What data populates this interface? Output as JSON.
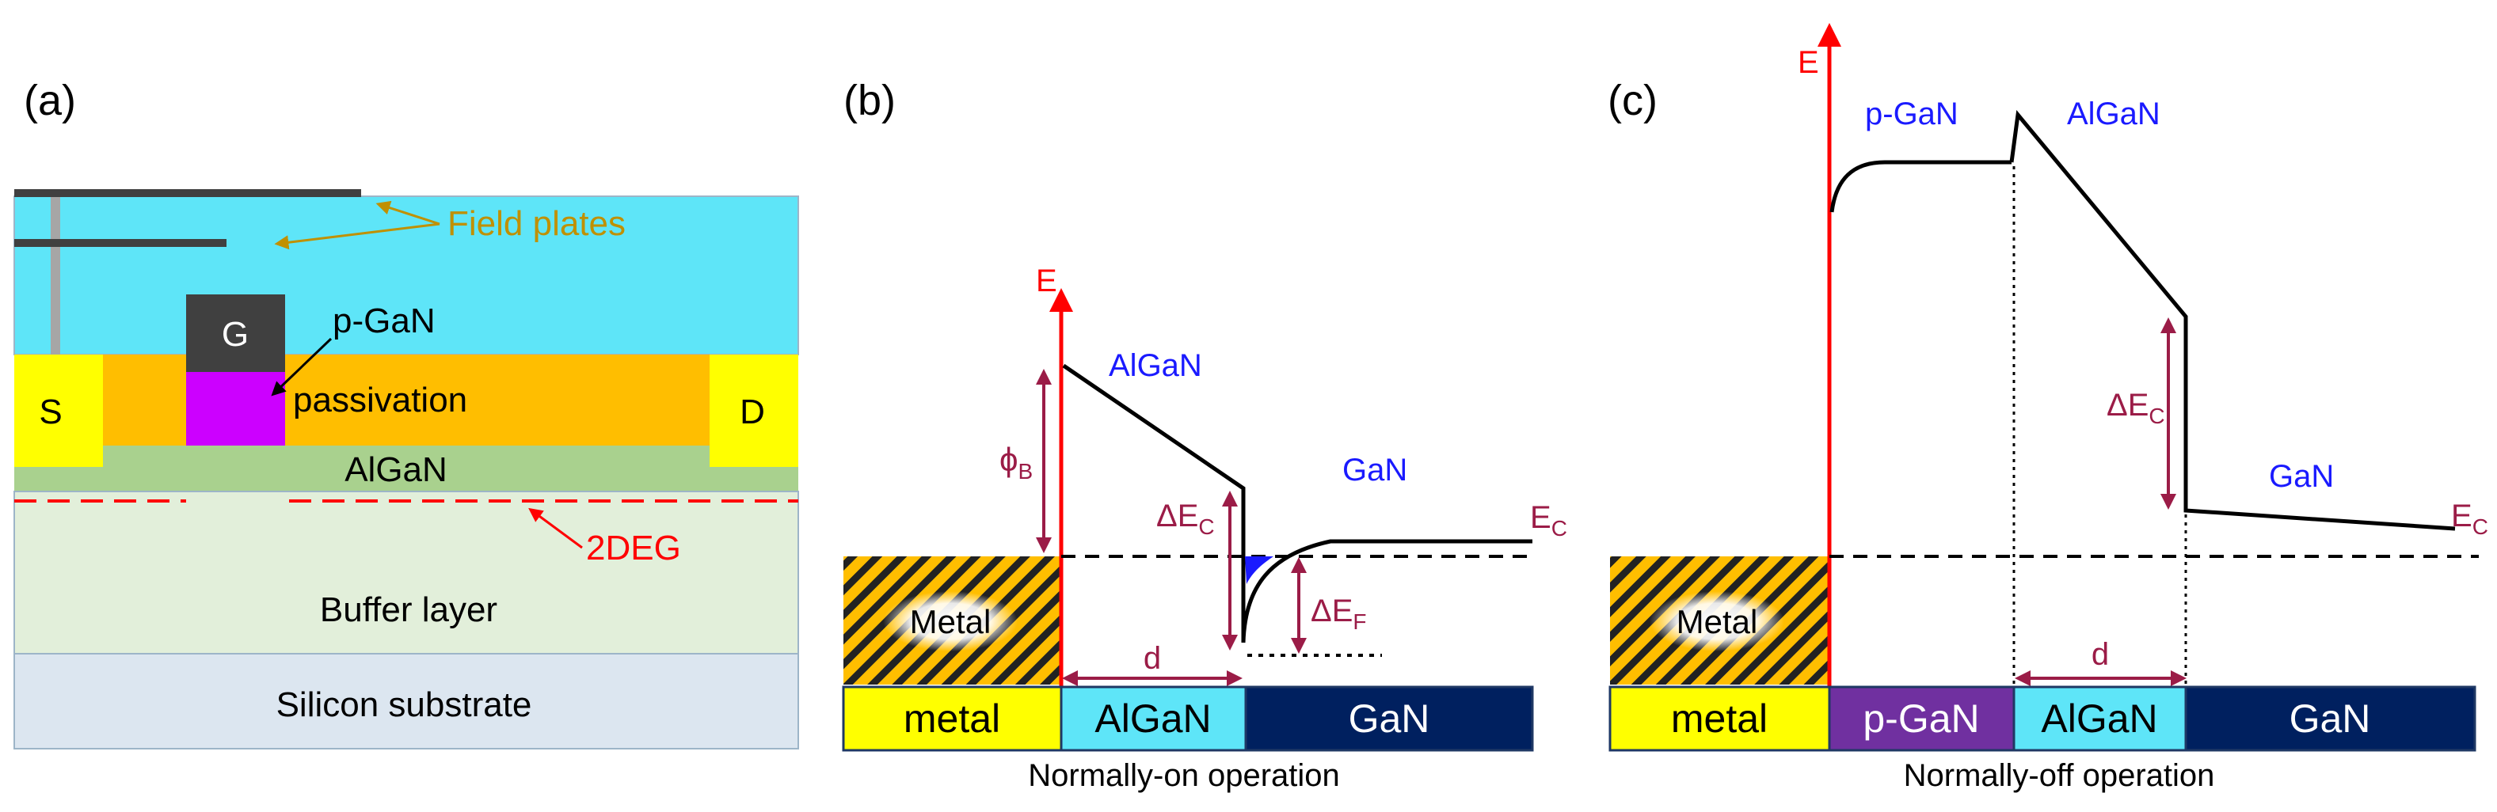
{
  "panel_a": {
    "label": "(a)",
    "field_plates": "Field plates",
    "gate": "G",
    "pgan": "p-GaN",
    "source": "S",
    "drain": "D",
    "passivation": "passivation",
    "algan": "AlGaN",
    "twodeg": "2DEG",
    "buffer": "Buffer layer",
    "substrate": "Silicon substrate"
  },
  "panel_b": {
    "label": "(b)",
    "e_axis": "E",
    "algan_label": "AlGaN",
    "gan_label": "GaN",
    "phi": "ϕ",
    "phi_sub": "B",
    "delta_ec": "ΔE",
    "delta_ec_sub": "C",
    "delta_ef": "ΔE",
    "delta_ef_sub": "F",
    "ec": "E",
    "ec_sub": "C",
    "d": "d",
    "metal_box": "Metal",
    "bar_metal": "metal",
    "bar_algan": "AlGaN",
    "bar_gan": "GaN",
    "caption": "Normally-on operation"
  },
  "panel_c": {
    "label": "(c)",
    "e_axis": "E",
    "pgan_label": "p-GaN",
    "algan_label": "AlGaN",
    "gan_label": "GaN",
    "delta_ec": "ΔE",
    "delta_ec_sub": "C",
    "ec": "E",
    "ec_sub": "C",
    "d": "d",
    "metal_box": "Metal",
    "bar_metal": "metal",
    "bar_pgan": "p-GaN",
    "bar_algan": "AlGaN",
    "bar_gan": "GaN",
    "caption": "Normally-off operation"
  },
  "colors": {
    "passivation_top": "#5ee5f8",
    "passivation_mid": "#ffbe00",
    "algan_layer": "#a9d18e",
    "buffer": "#e2efda",
    "substrate": "#dce6f0",
    "contact": "#ffff00",
    "gate": "#404040",
    "pgan": "#cc00ff",
    "field_plate_text": "#c09000",
    "red": "#ff0000",
    "dark_red": "#9b1c47",
    "blue_text": "#1a1aff",
    "bar_metal": "#ffff00",
    "bar_algan": "#5ee5f8",
    "bar_gan": "#00205f",
    "bar_pgan": "#7030a0"
  }
}
